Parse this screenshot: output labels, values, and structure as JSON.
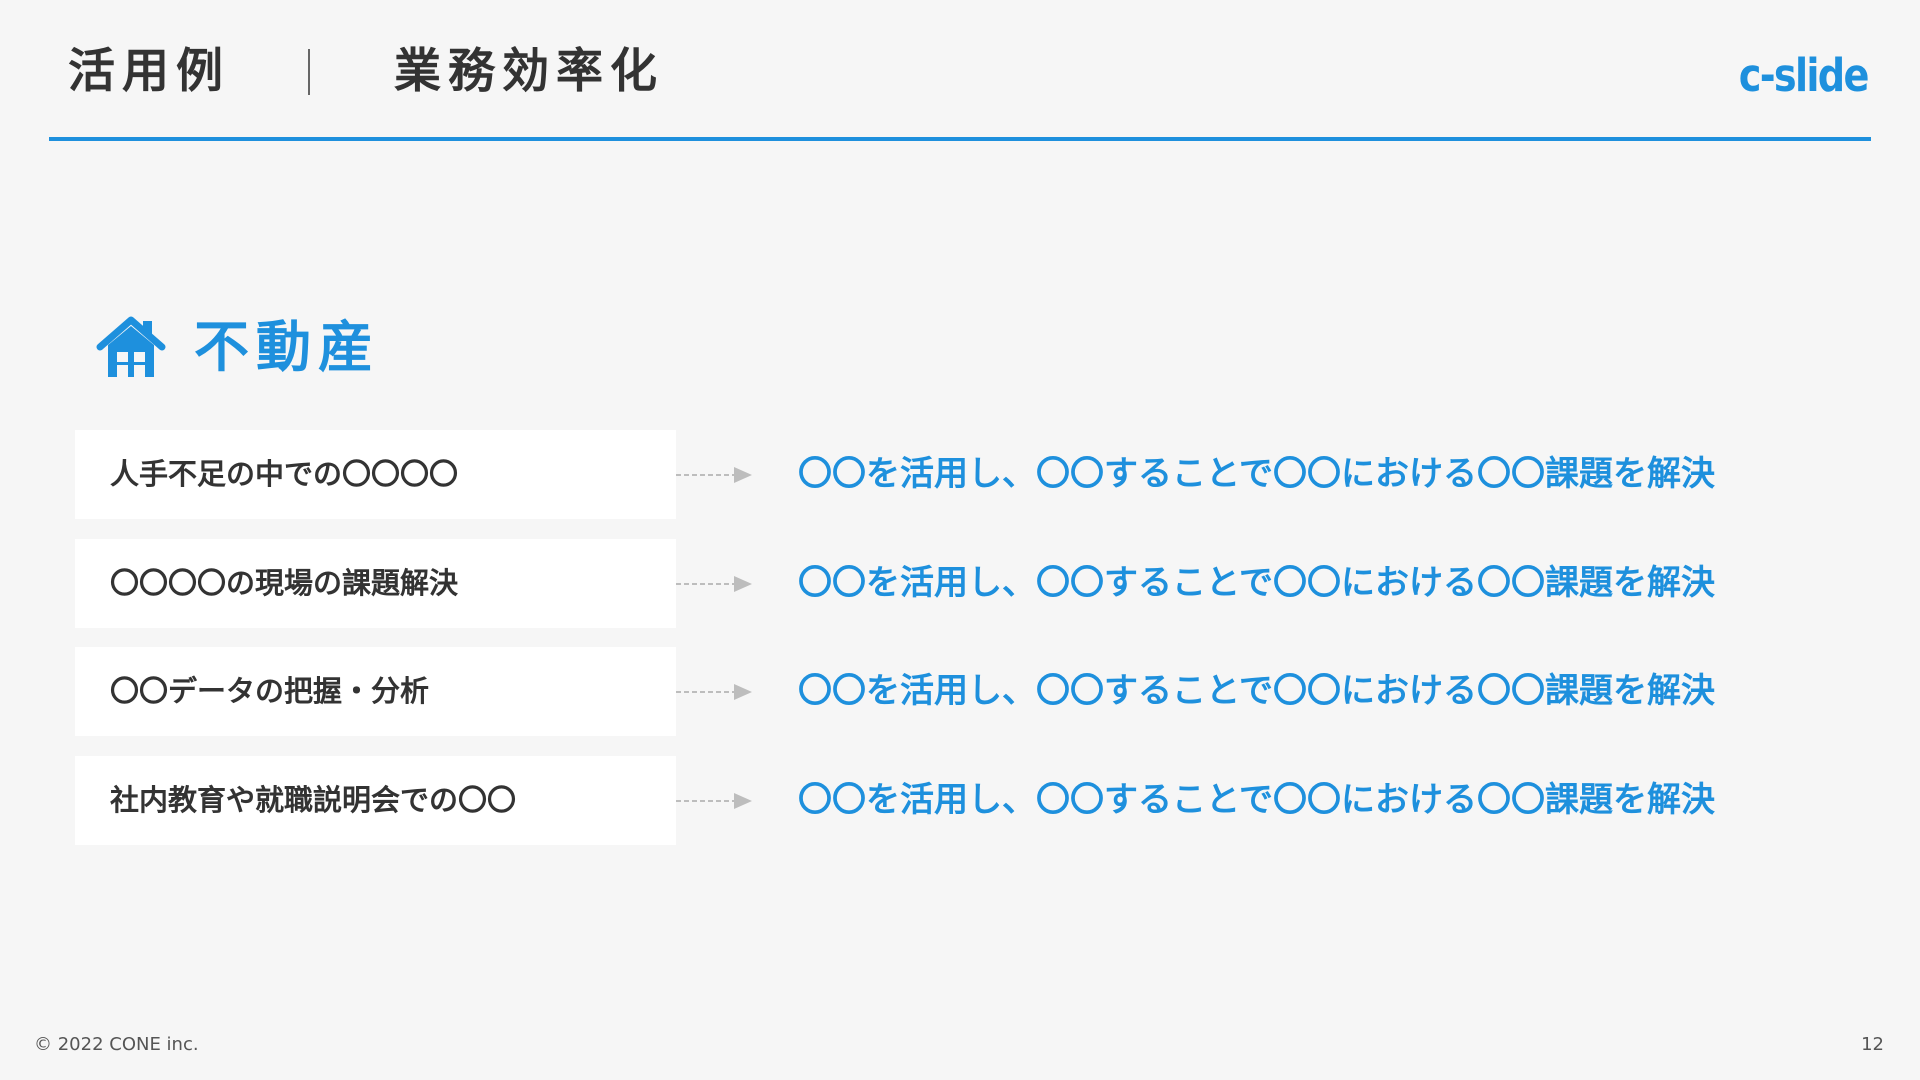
{
  "header": {
    "section_title": "活用例",
    "page_title": "業務効率化",
    "logo": "c-slide"
  },
  "category": {
    "icon": "house-icon",
    "label": "不動産"
  },
  "rows": [
    {
      "label": "人手不足の中での〇〇〇〇",
      "result": "〇〇を活用し、〇〇することで〇〇における〇〇課題を解決"
    },
    {
      "label": "〇〇〇〇の現場の課題解決",
      "result": "〇〇を活用し、〇〇することで〇〇における〇〇課題を解決"
    },
    {
      "label": "〇〇データの把握・分析",
      "result": "〇〇を活用し、〇〇することで〇〇における〇〇課題を解決"
    },
    {
      "label": "社内教育や就職説明会での〇〇",
      "result": "〇〇を活用し、〇〇することで〇〇における〇〇課題を解決"
    }
  ],
  "footer": {
    "copyright": "© 2022 CONE inc.",
    "page_number": "12"
  },
  "colors": {
    "accent": "#1e90dd",
    "text": "#333333",
    "background": "#f6f6f6",
    "box": "#ffffff",
    "arrow": "#bdbdbd"
  }
}
